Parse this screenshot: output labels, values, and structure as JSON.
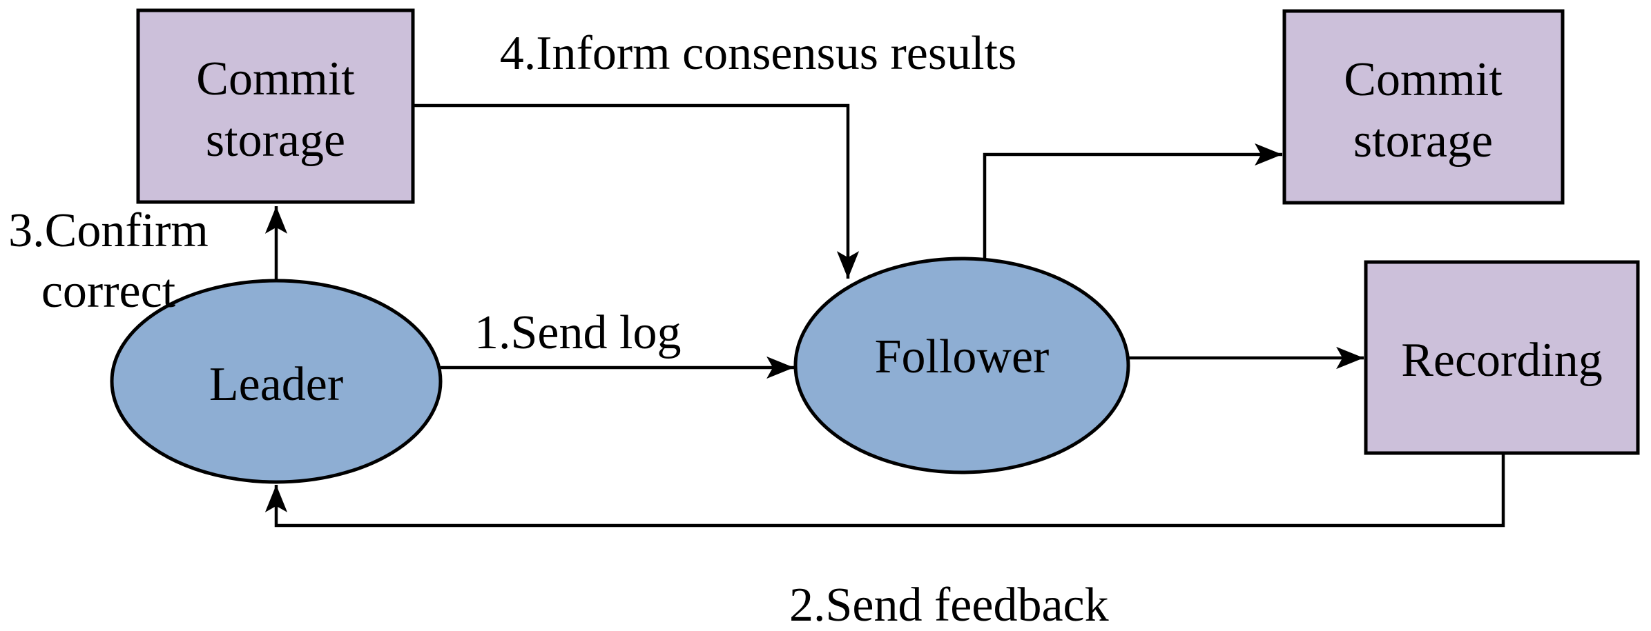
{
  "diagram": {
    "type": "flow-diagram",
    "title": "Leader-Follower consensus log replication flow",
    "colors": {
      "ellipse_fill": "#8EAED3",
      "box_fill": "#CCC0DA",
      "stroke": "#000000",
      "text": "#000000",
      "background": "#ffffff"
    },
    "nodes": {
      "commit_storage_left": {
        "shape": "rectangle",
        "line1": "Commit",
        "line2": "storage"
      },
      "commit_storage_right": {
        "shape": "rectangle",
        "line1": "Commit",
        "line2": "storage"
      },
      "recording": {
        "shape": "rectangle",
        "label": "Recording"
      },
      "leader": {
        "shape": "ellipse",
        "label": "Leader"
      },
      "follower": {
        "shape": "ellipse",
        "label": "Follower"
      }
    },
    "edges": {
      "send_log": {
        "from": "leader",
        "to": "follower",
        "label": "1.Send log"
      },
      "send_feedback": {
        "from": "recording",
        "to": "leader",
        "label": "2.Send feedback"
      },
      "confirm_correct": {
        "from": "leader",
        "to": "commit_storage_left",
        "label_line1": "3.Confirm",
        "label_line2": "correct"
      },
      "inform_consensus": {
        "from": "commit_storage_left",
        "to": "follower",
        "label": "4.Inform consensus results"
      },
      "follower_to_commit": {
        "from": "follower",
        "to": "commit_storage_right",
        "label": ""
      },
      "follower_to_record": {
        "from": "follower",
        "to": "recording",
        "label": ""
      }
    }
  }
}
